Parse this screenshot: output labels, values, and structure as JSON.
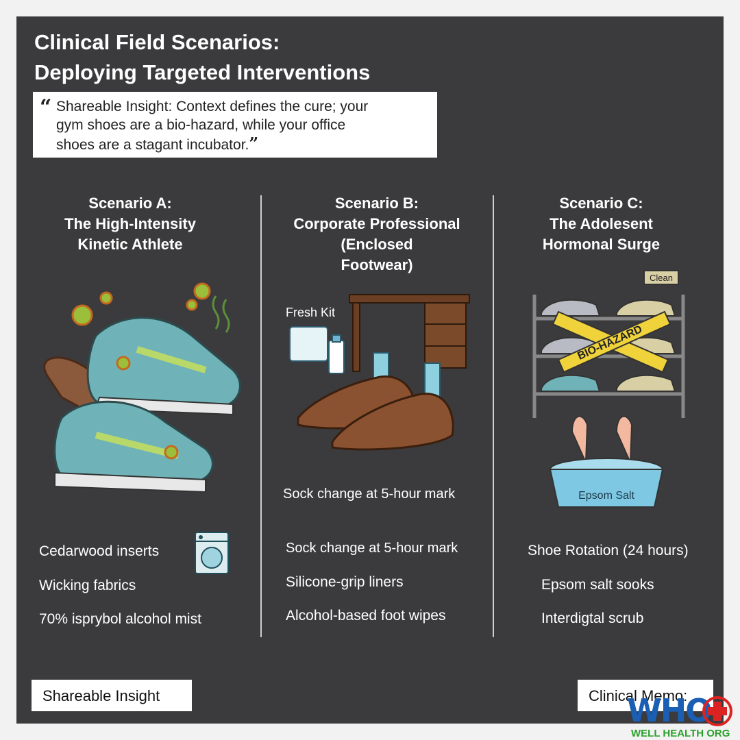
{
  "header": {
    "title_line1": "Clinical Field Scenarios:",
    "title_line2": "Deploying Targeted Interventions"
  },
  "insight_quote": {
    "line1": "Shareable Insight: Context defines the cure; your",
    "line2": "gym shoes are a bio-hazard, while your office",
    "line3": "shoes are a stagant incubator."
  },
  "scenarios": [
    {
      "heading": [
        "Scenario A:",
        "The High-Intensity",
        "Kinetic Athlete"
      ],
      "items": [
        "Cedarwood inserts",
        "Wicking fabrics",
        "70% isprybol alcohol mist"
      ]
    },
    {
      "heading": [
        "Scenario B:",
        "Corporate Professional",
        "(Enclosed",
        "Footwear)"
      ],
      "illustration_labels": {
        "kit": "Fresh Kit",
        "note": "Sock change at 5-hour mark"
      },
      "items": [
        "Sock change at 5-hour mark",
        "Silicone-grip liners",
        "Alcohol-based foot wipes"
      ]
    },
    {
      "heading": [
        "Scenario C:",
        "The Adolesent",
        "Hormonal Surge"
      ],
      "illustration_labels": {
        "tape": "BIO-HAZARD",
        "tag": "Clean",
        "tub": "Epsom Salt"
      },
      "items": [
        "Shoe Rotation (24 hours)",
        "Epsom salt sooks",
        "Interdigtal scrub"
      ]
    }
  ],
  "footer": {
    "left_box": "Shareable Insight",
    "right_box": "Clinical Memo:"
  },
  "logo": {
    "word": "WHO",
    "sub": "WELL HEALTH ORG"
  },
  "colors": {
    "panel": "#3b3b3d",
    "sneaker": "#6fb3b8",
    "leather": "#8a5230",
    "tape": "#f0d23a",
    "tub": "#7ec8e3"
  }
}
